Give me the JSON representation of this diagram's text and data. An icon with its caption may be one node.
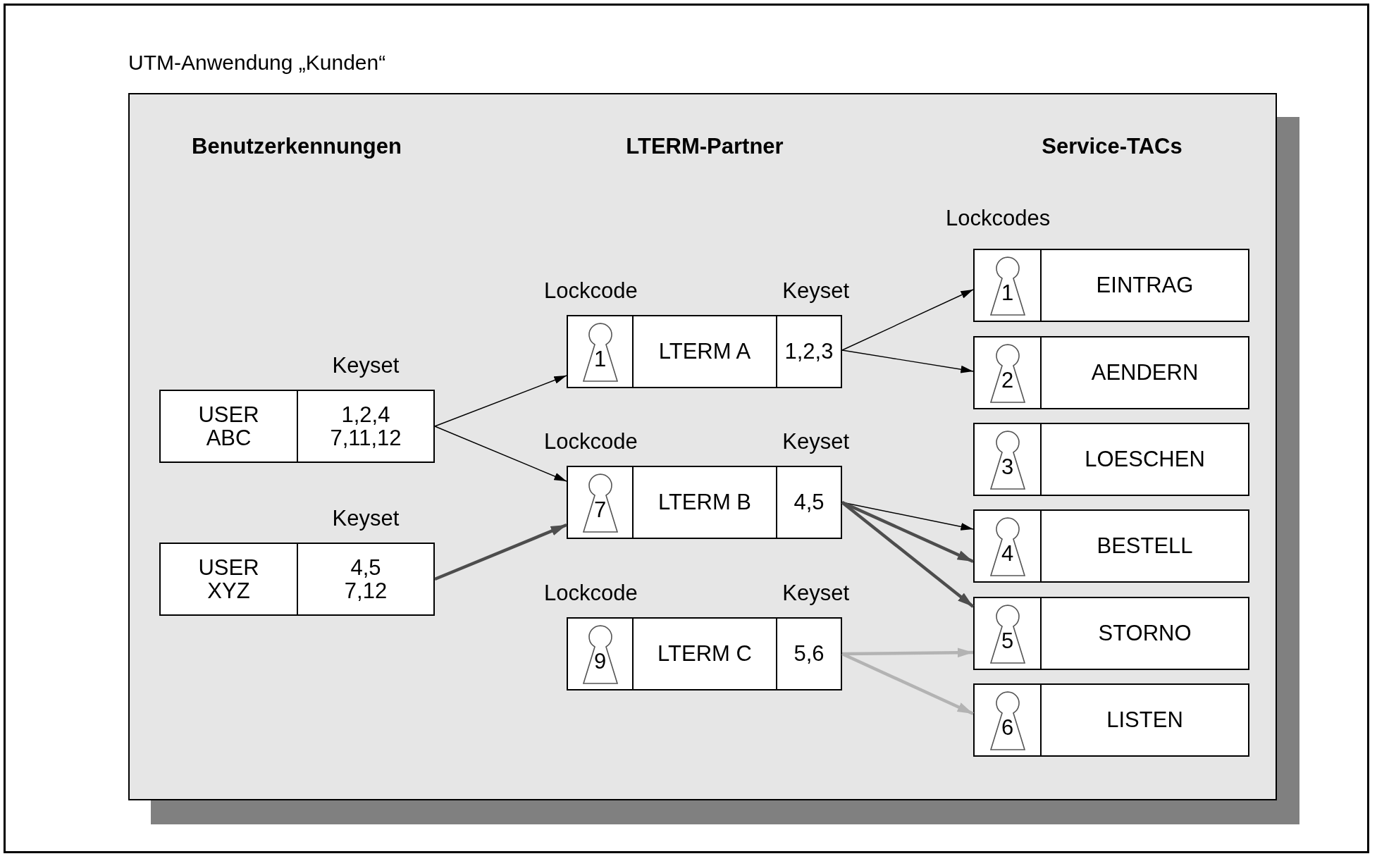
{
  "diagram": {
    "nodes": [
      {
        "text": [
          "UTM-Anwendung „Kunden“"
        ]
      },
      {
        "text": [
          "USER ABC",
          "1,2,4 7,11,12"
        ],
        "beside": [
          "Keyset"
        ],
        "in": 0
      },
      {
        "text": [
          "USER XYZ",
          "4,5 7,12"
        ],
        "beside": [
          "Keyset"
        ],
        "in": 0
      },
      {
        "text": [
          "1",
          "LTERM A",
          "1,2,3"
        ],
        "beside": [
          "Lockcode",
          "Keyset"
        ],
        "in": 0
      },
      {
        "text": [
          "7",
          "LTERM B",
          "4,5"
        ],
        "beside": [
          "Lockcode",
          "Keyset"
        ],
        "in": 0
      },
      {
        "text": [
          "9",
          "LTERM C",
          "5,6"
        ],
        "beside": [
          "Lockcode",
          "Keyset"
        ],
        "in": 0
      },
      {
        "text": [
          "1",
          "EINTRAG"
        ],
        "in": 0
      },
      {
        "text": [
          "2",
          "AENDERN"
        ],
        "in": 0
      },
      {
        "text": [
          "3",
          "LOESCHEN"
        ],
        "in": 0
      },
      {
        "text": [
          "4",
          "BESTELL"
        ],
        "in": 0
      },
      {
        "text": [
          "5",
          "STORNO"
        ],
        "in": 0
      },
      {
        "text": [
          "6",
          "LISTEN"
        ],
        "in": 0
      }
    ],
    "edges": [
      {
        "from": 1,
        "to": 3,
        "arrow": "to"
      },
      {
        "from": 1,
        "to": 4,
        "arrow": "to"
      },
      {
        "from": 2,
        "to": 4,
        "arrow": "to",
        "style": "thick",
        "color": "#4d4d4d"
      },
      {
        "from": 3,
        "to": 6,
        "arrow": "to"
      },
      {
        "from": 3,
        "to": 7,
        "arrow": "to"
      },
      {
        "from": 4,
        "to": 9,
        "arrow": "to"
      },
      {
        "from": 4,
        "to": 9,
        "arrow": "to",
        "style": "thick",
        "color": "#4d4d4d"
      },
      {
        "from": 4,
        "to": 10,
        "arrow": "to",
        "style": "thick",
        "color": "#4d4d4d"
      },
      {
        "from": 5,
        "to": 10,
        "arrow": "to",
        "style": "thick",
        "color": "#b3b3b3"
      },
      {
        "from": 5,
        "to": 11,
        "arrow": "to",
        "style": "thick",
        "color": "#b3b3b3"
      }
    ],
    "labels": [
      "Benutzerkennungen",
      "LTERM-Partner",
      "Service-TACs",
      "Lockcodes"
    ]
  }
}
